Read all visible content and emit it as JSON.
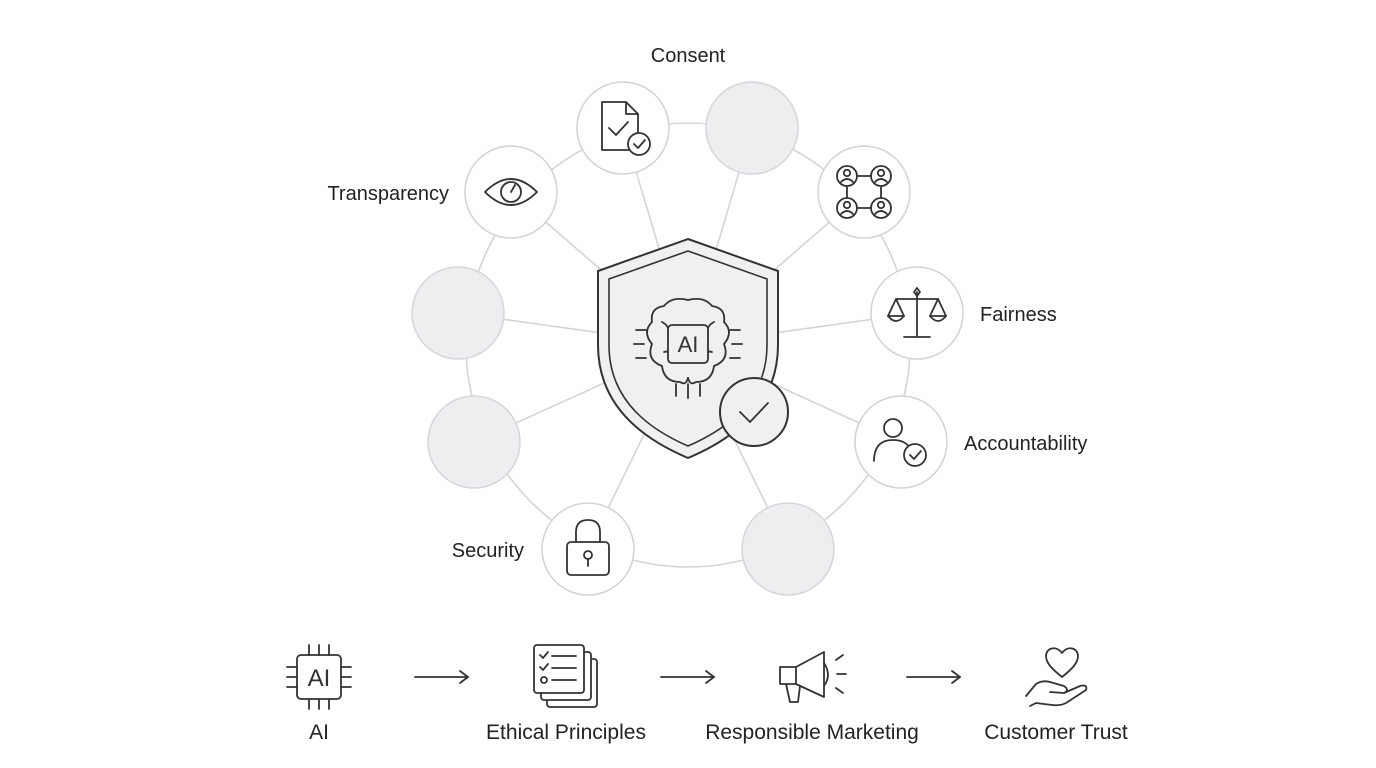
{
  "diagram": {
    "hub": {
      "text": "AI"
    },
    "principles": {
      "consent": "Consent",
      "transparency": "Transparency",
      "fairness": "Fairness",
      "accountability": "Accountability",
      "security": "Security"
    },
    "flow": [
      {
        "label": "AI",
        "chip_text": "AI",
        "icon": "ai-chip-icon"
      },
      {
        "label": "Ethical Principles",
        "icon": "checklist-documents-icon"
      },
      {
        "label": "Responsible Marketing",
        "icon": "megaphone-icon"
      },
      {
        "label": "Customer Trust",
        "icon": "heart-hand-icon"
      }
    ]
  }
}
